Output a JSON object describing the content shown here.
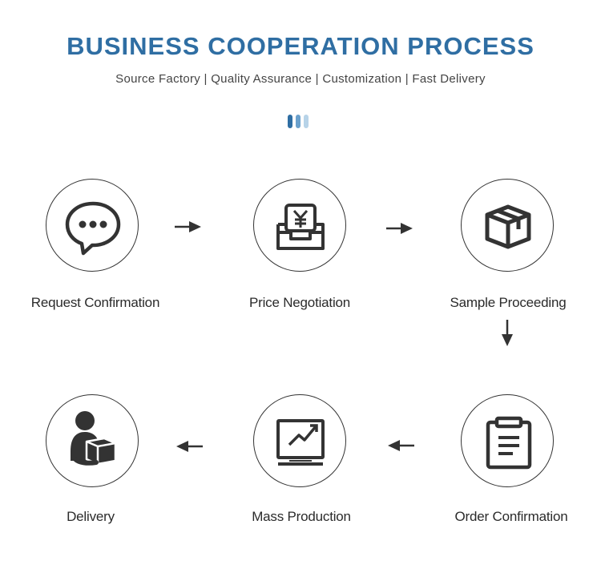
{
  "header": {
    "title": "BUSINESS COOPERATION PROCESS",
    "subtitle": "Source Factory | Quality Assurance | Customization | Fast Delivery"
  },
  "colors": {
    "accent": "#2f6ea3",
    "accent_mid": "#6aa0cc",
    "accent_light": "#b7d3e8",
    "icon": "#333333"
  },
  "steps": [
    {
      "label": "Request Confirmation",
      "icon": "chat-bubble-icon"
    },
    {
      "label": "Price Negotiation",
      "icon": "yen-inbox-icon"
    },
    {
      "label": "Sample Proceeding",
      "icon": "package-box-icon"
    },
    {
      "label": "Order Confirmation",
      "icon": "clipboard-icon"
    },
    {
      "label": "Mass Production",
      "icon": "chart-monitor-icon"
    },
    {
      "label": "Delivery",
      "icon": "delivery-person-icon"
    }
  ]
}
